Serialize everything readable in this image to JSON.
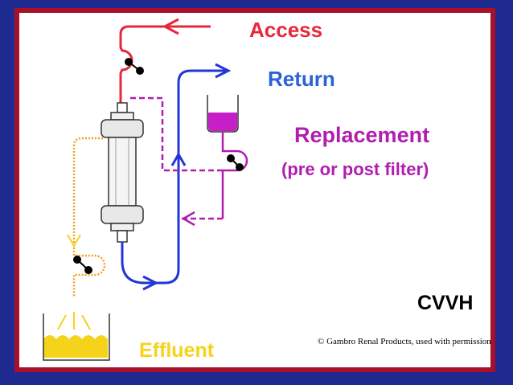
{
  "labels": {
    "access": "Access",
    "return": "Return",
    "replacement": "Replacement",
    "replacement_sub": "(pre or post filter)",
    "cvvh": "CVVH",
    "effluent": "Effluent",
    "copyright": "© Gambro Renal Products, used with permission"
  },
  "colors": {
    "access_line": "#e8283a",
    "return_line": "#2236d8",
    "replacement_line": "#b01eb0",
    "effluent_line": "#f0a020",
    "frame_border": "#a8102a",
    "background": "#1f2a8f"
  },
  "icons": [
    "filter-cartridge-icon",
    "replacement-bag-icon",
    "effluent-container-icon",
    "pump-icon"
  ]
}
